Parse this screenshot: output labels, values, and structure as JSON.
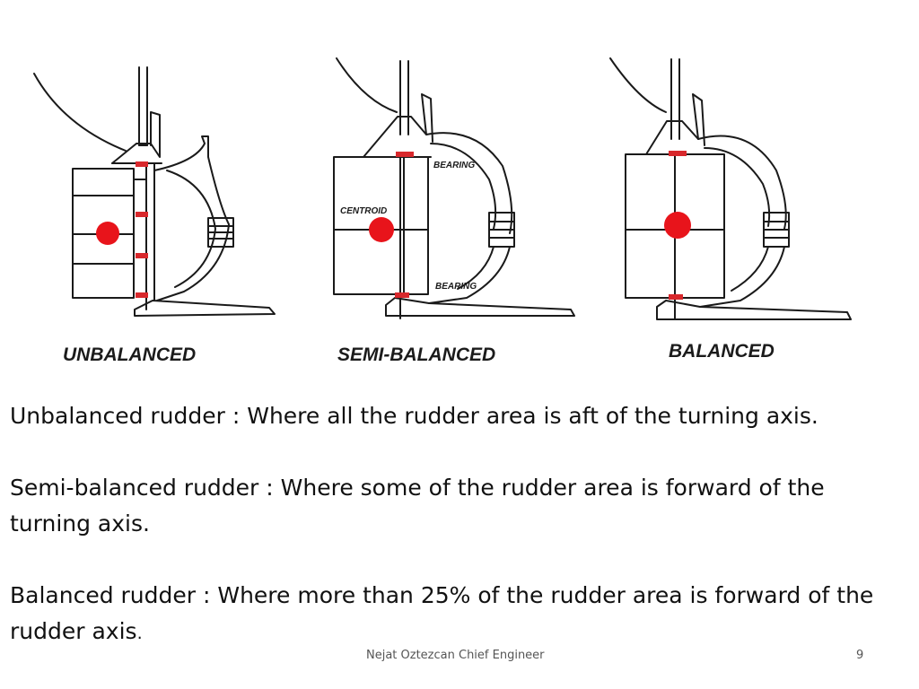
{
  "diagrams": [
    {
      "label": "UNBALANCED"
    },
    {
      "label": "SEMI-BALANCED",
      "annotations": {
        "bearing_top": "BEARING",
        "centroid": "CENTROID",
        "bearing_bottom": "BEARING"
      }
    },
    {
      "label": "BALANCED"
    }
  ],
  "definitions": [
    {
      "text": "Unbalanced rudder : Where all the rudder area is aft of the turning axis."
    },
    {
      "text": "Semi-balanced rudder : Where some of the rudder area is forward of the turning axis."
    },
    {
      "text": "Balanced rudder : Where more than 25% of the rudder area is forward of the rudder axis",
      "trail": "."
    }
  ],
  "footer": {
    "author": "Nejat Oztezcan Chief Engineer",
    "page": "9"
  },
  "colors": {
    "centroid_dot": "#e8141b",
    "line": "#1a1a1a",
    "bearing_mark": "#d8282c"
  },
  "icons": {
    "centroid": "centroid-dot-icon",
    "bearing": "bearing-mark-icon"
  }
}
